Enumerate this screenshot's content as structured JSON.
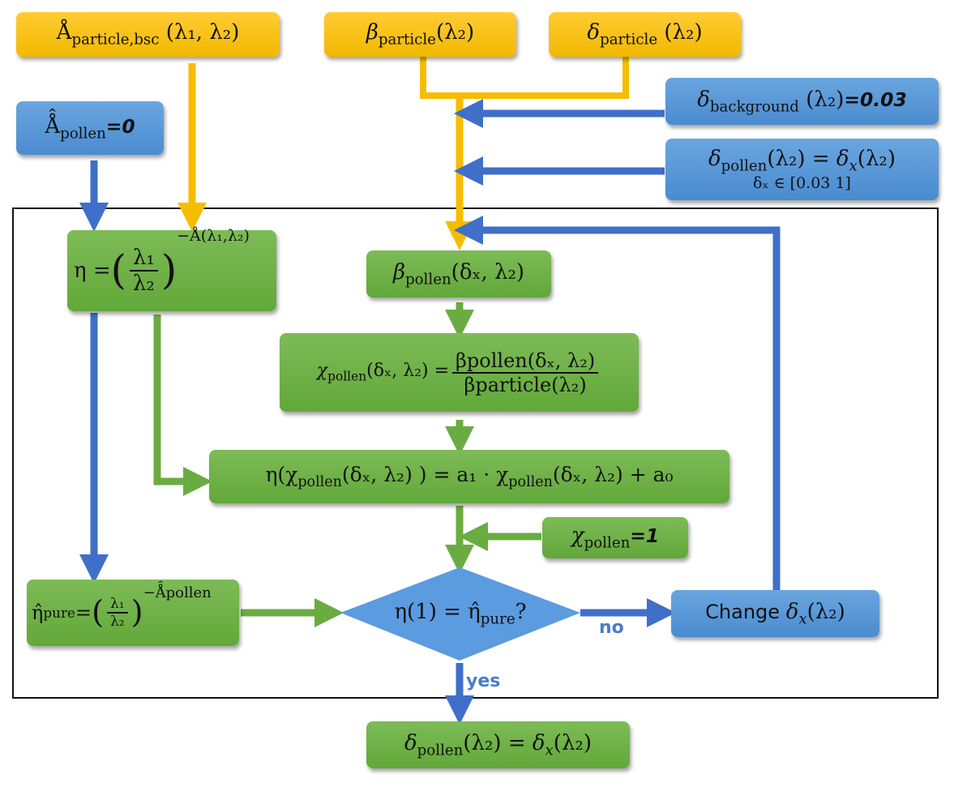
{
  "inputs": {
    "angstrom_particle": {
      "symbol": "Å",
      "sub": "particle,bsc",
      "args": "(λ₁, λ₂)"
    },
    "beta_particle": {
      "symbol": "β",
      "sub": "particle",
      "args": "(λ₂)"
    },
    "delta_particle": {
      "symbol": "δ",
      "sub": "particle",
      "args": " (λ₂)"
    },
    "angstrom_pollen": {
      "symbol": "Å̂",
      "sub": "pollen",
      "value": "=0"
    },
    "delta_background": {
      "symbol": "δ",
      "sub": "background",
      "args": " (λ₂)",
      "value": "=0.03"
    },
    "delta_pollen_assumed": {
      "symbol": "δ",
      "sub": "pollen",
      "args": "(λ₂) = ",
      "rhs_symbol": "δ",
      "rhs_sub": "x",
      "rhs_args": "(λ₂)",
      "range": "δₓ ∈ [0.03 1]"
    }
  },
  "process": {
    "eta_def": {
      "lhs": "η = ",
      "num": "λ₁",
      "den": "λ₂",
      "exponent": "−Å(λ₁,λ₂)"
    },
    "beta_pollen": {
      "symbol": "β",
      "sub": "pollen",
      "args": "(δₓ, λ₂)"
    },
    "chi_pollen_def": {
      "lhs_symbol": "χ",
      "lhs_sub": "pollen",
      "lhs_args": "(δₓ, λ₂) = ",
      "num": "βpollen(δₓ, λ₂)",
      "den": "βparticle(λ₂)"
    },
    "eta_linear": {
      "text_lhs": "η(χ",
      "sub1": "pollen",
      "mid": "(δₓ, λ₂) ) = a₁ · χ",
      "sub2": "pollen",
      "end": "(δₓ, λ₂) + a₀"
    },
    "chi_pollen_one": {
      "symbol": "χ",
      "sub": "pollen",
      "value": "=1"
    },
    "eta_pure": {
      "lhs": "η̂",
      "sub": "pure",
      "eq": "=",
      "num": "λ₁",
      "den": "λ₂",
      "exponent": "−Å̂pollen"
    },
    "decision": {
      "text": "η(1) = η̂",
      "sub": "pure",
      "q": "?"
    },
    "change_delta": {
      "text": "Change ",
      "symbol": "δ",
      "sub": "x",
      "args": "(λ₂)"
    },
    "result": {
      "symbol": "δ",
      "sub": "pollen",
      "args": "(λ₂) = ",
      "rhs_symbol": "δ",
      "rhs_sub": "x",
      "rhs_args": "(λ₂)"
    }
  },
  "edge_labels": {
    "no": "no",
    "yes": "yes"
  },
  "colors": {
    "input_yellow": "#f2b800",
    "param_blue": "#4a8bd0",
    "process_green": "#62a83a",
    "arrow_blue": "#3f6fc8",
    "arrow_green": "#6aac42",
    "arrow_yellow": "#f5bd00"
  }
}
